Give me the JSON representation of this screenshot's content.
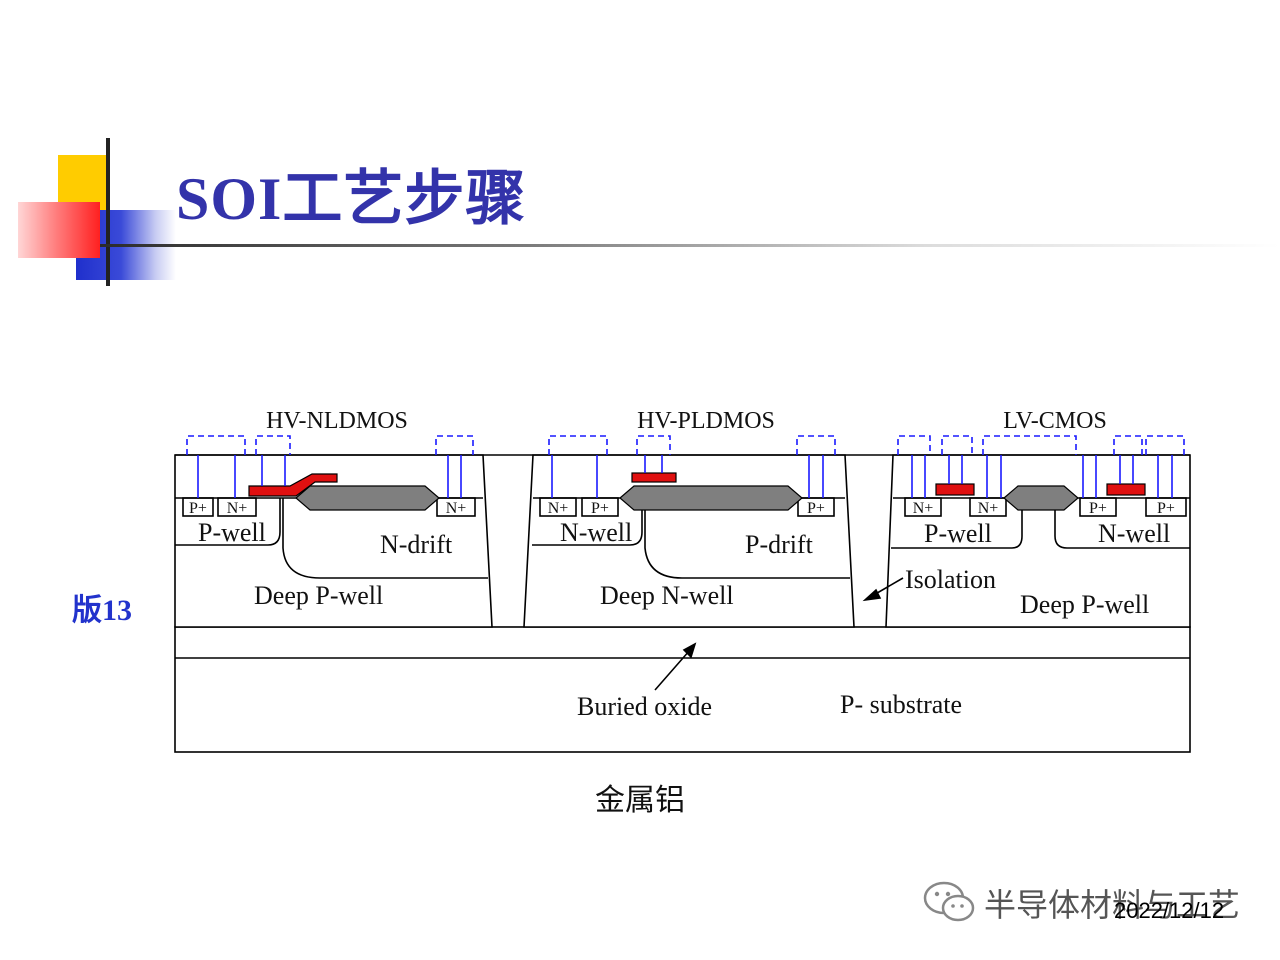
{
  "slide": {
    "title": "SOI工艺步骤",
    "side_label": "版13",
    "caption": "金属铝",
    "watermark": "半导体材料与工艺",
    "date": "2022/12/12"
  },
  "diagram": {
    "device_labels": [
      "HV-NLDMOS",
      "HV-PLDMOS",
      "LV-CMOS"
    ],
    "region_labels": {
      "nldmos_pwell": "P-well",
      "nldmos_ndrift": "N-drift",
      "nldmos_deep": "Deep P-well",
      "pldmos_nwell": "N-well",
      "pldmos_pdrift": "P-drift",
      "pldmos_deep": "Deep N-well",
      "cmos_pwell": "P-well",
      "cmos_nwell": "N-well",
      "cmos_deep": "Deep P-well",
      "isolation": "Isolation",
      "buried_oxide": "Buried oxide",
      "substrate": "P- substrate"
    },
    "implants": {
      "p_plus": "P+",
      "n_plus": "N+"
    },
    "colors": {
      "gate": "#e01010",
      "field_oxide": "#7f7f7f",
      "metal": "#1a1aff",
      "outline": "#000000"
    }
  }
}
